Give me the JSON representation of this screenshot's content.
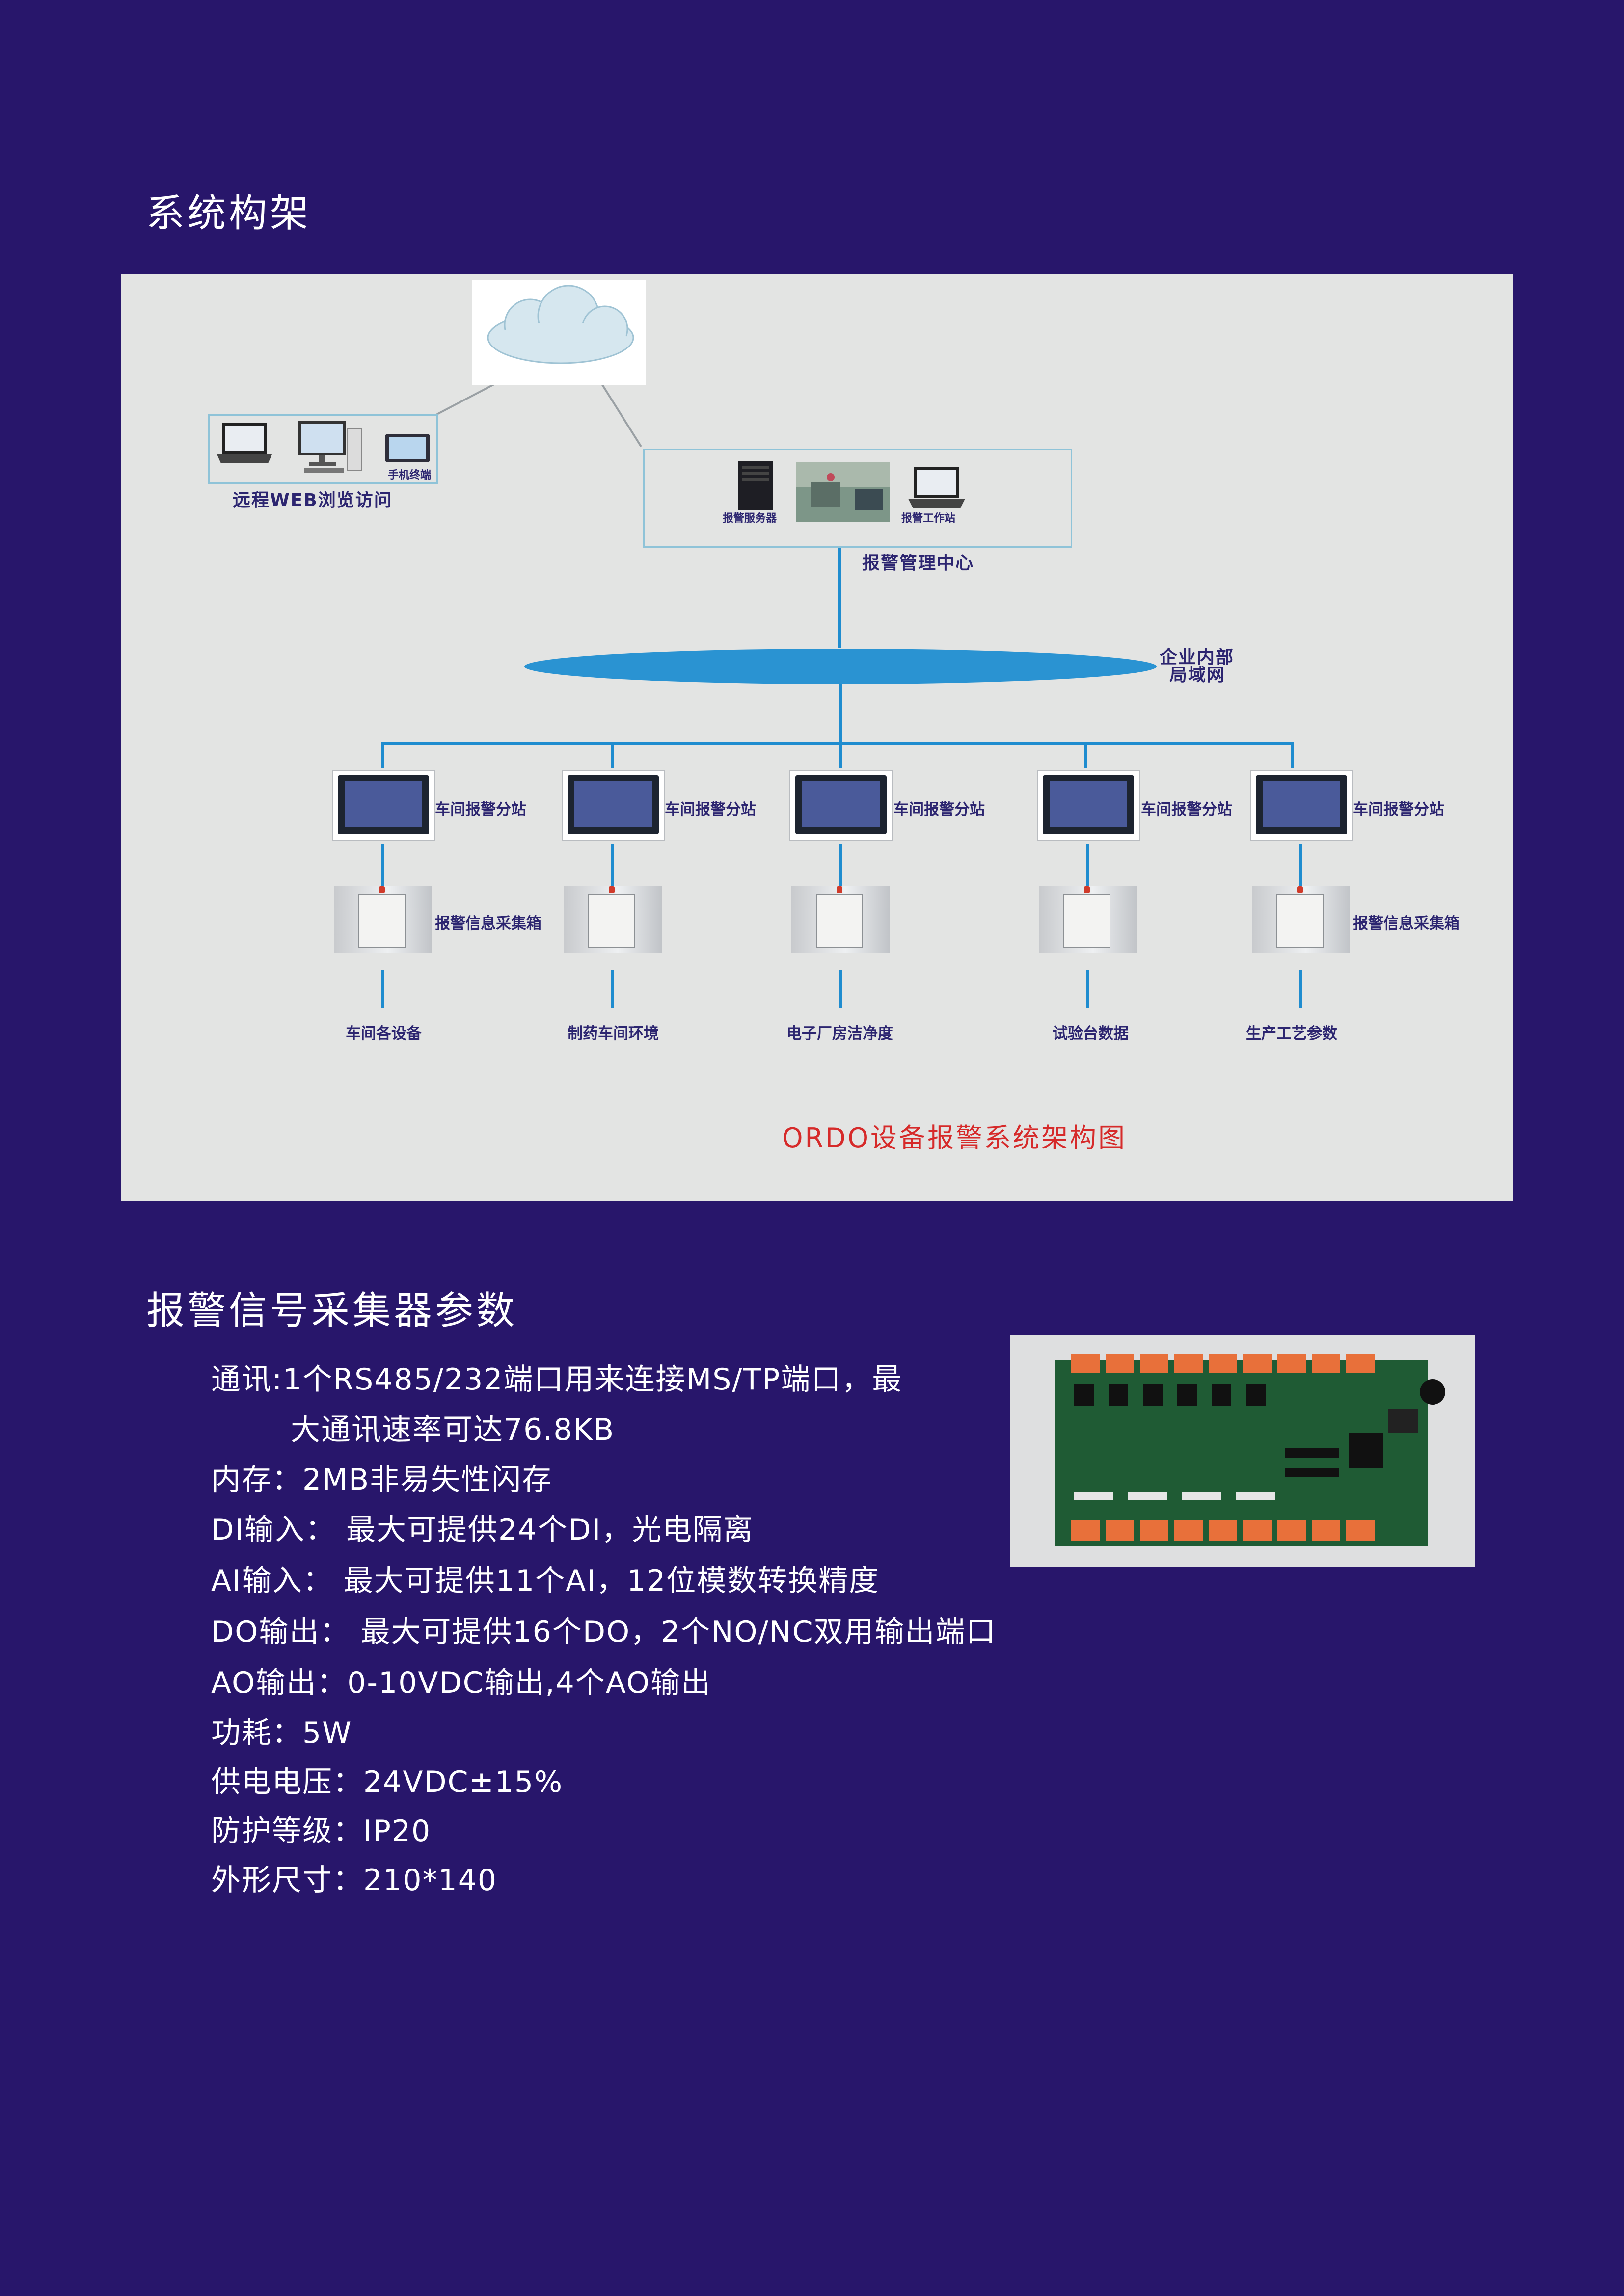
{
  "section1_title": "系统构架",
  "section2_title": "报警信号采集器参数",
  "diagram": {
    "remote_label": "远程WEB浏览访问",
    "phone_label": "手机终端",
    "server_label": "报警服务器",
    "workstation_label": "报警工作站",
    "center_label": "报警管理中心",
    "lan_label_line1": "企业内部",
    "lan_label_line2": "局域网",
    "station_label": "车间报警分站",
    "collector_label": "报警信息采集箱",
    "sources": [
      "车间各设备",
      "制药车间环境",
      "电子厂房洁净度",
      "试验台数据",
      "生产工艺参数"
    ],
    "title": "ORDO设备报警系统架构图"
  },
  "specs": {
    "comm_line1": "通讯:1个RS485/232端口用来连接MS/TP端口，最",
    "comm_line2": "大通讯速率可达76.8KB",
    "memory": "内存：2MB非易失性闪存",
    "di": "DI输入：  最大可提供24个DI，光电隔离",
    "ai": "AI输入：  最大可提供11个AI，12位模数转换精度",
    "do": "DO输出：  最大可提供16个DO，2个NO/NC双用输出端口",
    "ao": "AO输出：0-10VDC输出,4个AO输出",
    "power": "功耗：5W",
    "voltage": "供电电压：24VDC±15%",
    "protection": "防护等级：IP20",
    "size": "外形尺寸：210*140"
  },
  "colors": {
    "background": "#28166b",
    "panel": "#e3e4e3",
    "line": "#1f8ccf",
    "ellipse": "#2a93d2",
    "diagram_title": "#d62a2a"
  }
}
